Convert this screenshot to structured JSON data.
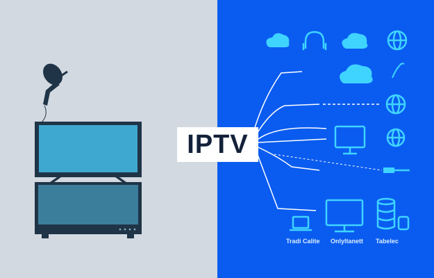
{
  "title": "IPTV",
  "captions": [
    {
      "heading": "Tradi Calite"
    },
    {
      "heading": "Onlyltanett"
    },
    {
      "heading": "Tabelec"
    }
  ],
  "colors": {
    "left_bg": "#d3d9e0",
    "right_bg": "#0a5cf0",
    "icon": "#3fd4ff",
    "tv_dark": "#1f3447",
    "tv_screen": "#3ea8d0"
  }
}
